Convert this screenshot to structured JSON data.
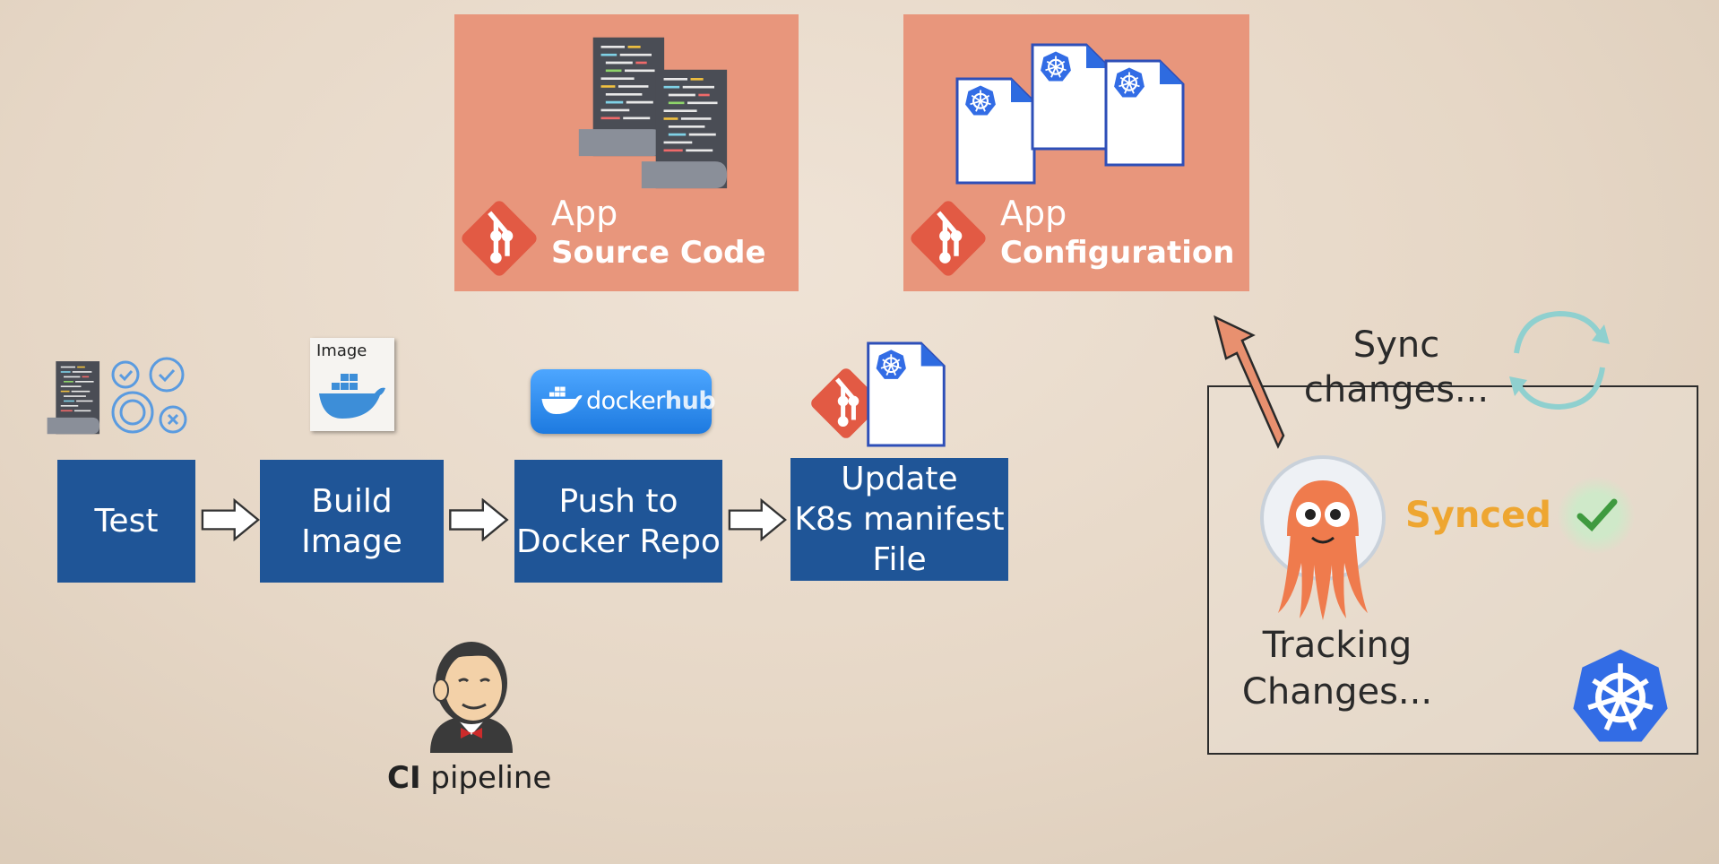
{
  "repos": {
    "source": {
      "line1": "App",
      "line2": "Source Code"
    },
    "config": {
      "line1": "App",
      "line2": "Configuration"
    }
  },
  "pipeline": {
    "stages": [
      {
        "line1": "Test",
        "line2": "",
        "line3": ""
      },
      {
        "line1": "Build",
        "line2": "Image",
        "line3": ""
      },
      {
        "line1": "Push to",
        "line2": "Docker Repo",
        "line3": ""
      },
      {
        "line1": "Update",
        "line2": "K8s manifest",
        "line3": "File"
      }
    ],
    "image_label": "Image",
    "dockerhub_label_1": "docker",
    "dockerhub_label_2": "hub",
    "caption_bold": "CI",
    "caption_rest": " pipeline"
  },
  "argocd": {
    "sync_line1": "Sync",
    "sync_line2": "changes...",
    "status": "Synced",
    "tracking_line1": "Tracking",
    "tracking_line2": "Changes..."
  },
  "colors": {
    "repo_card": "#e8967c",
    "stage_box": "#1f5597",
    "synced_text": "#eea631",
    "git_red": "#e25a44",
    "k8s_blue": "#326ce5"
  }
}
